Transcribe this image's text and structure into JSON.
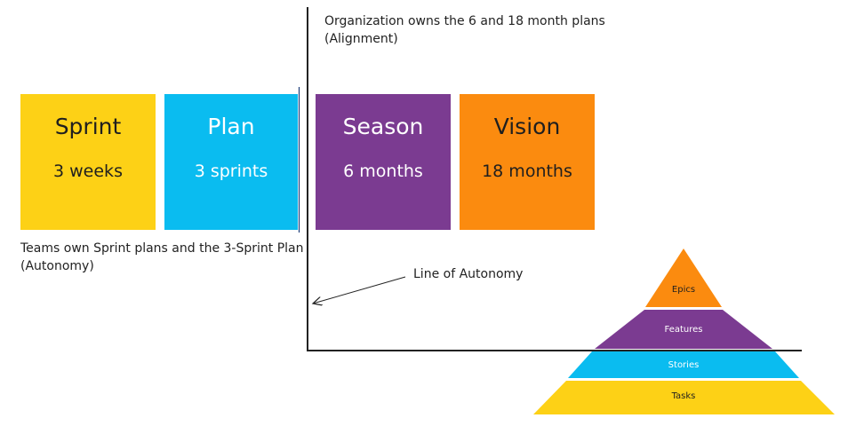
{
  "org_caption": {
    "line1": "Organization owns the 6 and 18 month plans",
    "line2": "(Alignment)"
  },
  "team_caption": {
    "line1": "Teams own Sprint plans and the 3-Sprint Plan",
    "line2": "(Autonomy)"
  },
  "tiles": [
    {
      "title": "Sprint",
      "duration": "3 weeks",
      "color": "#fdd116",
      "text_color": "#1f1f1f"
    },
    {
      "title": "Plan",
      "duration": "3 sprints",
      "color": "#0abcf0",
      "text_color": "#ffffff"
    },
    {
      "title": "Season",
      "duration": "6 months",
      "color": "#7b3b91",
      "text_color": "#ffffff"
    },
    {
      "title": "Vision",
      "duration": "18 months",
      "color": "#fb8b0f",
      "text_color": "#1f1f1f"
    }
  ],
  "annotation": {
    "label": "Line of Autonomy"
  },
  "pyramid": {
    "levels": [
      {
        "label": "Epics",
        "color": "#fb8b0f"
      },
      {
        "label": "Features",
        "color": "#7b3b91"
      },
      {
        "label": "Stories",
        "color": "#0abcf0"
      },
      {
        "label": "Tasks",
        "color": "#fdd116"
      }
    ]
  }
}
